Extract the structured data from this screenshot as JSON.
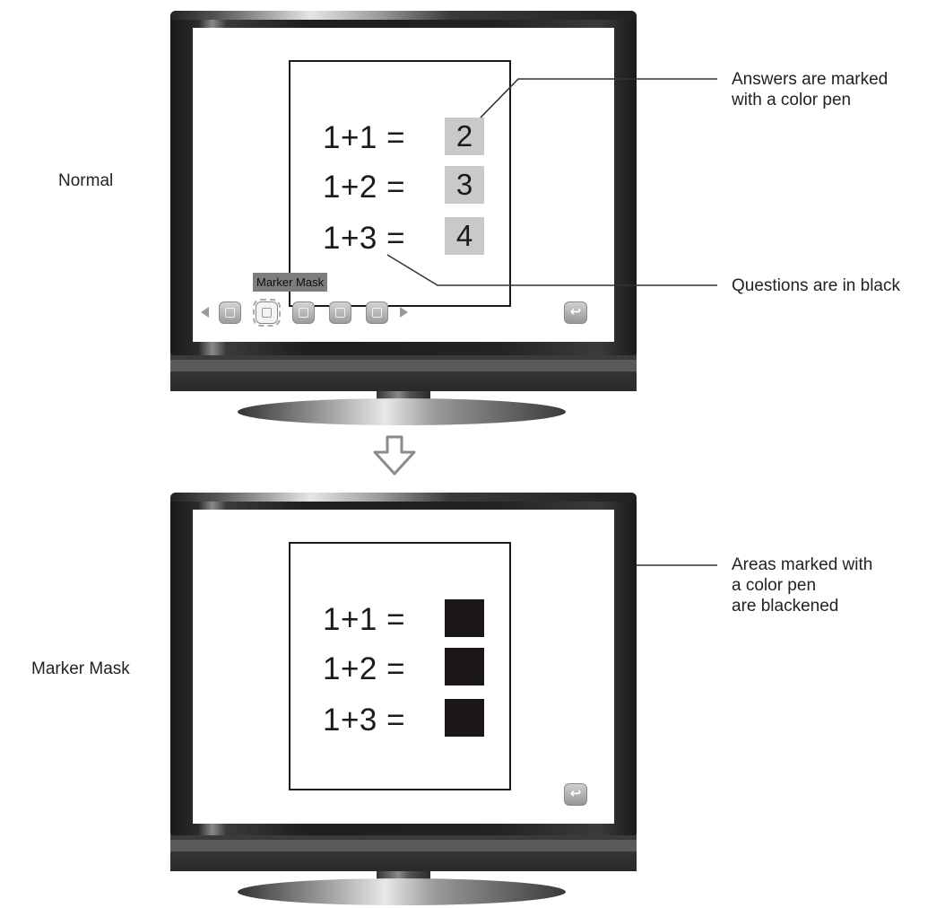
{
  "panels": [
    {
      "mode_label": "Normal",
      "equations": [
        {
          "question": "1+1 =",
          "answer": "2"
        },
        {
          "question": "1+2 =",
          "answer": "3"
        },
        {
          "question": "1+3 =",
          "answer": "4"
        }
      ],
      "answers_masked": false,
      "callouts": [
        {
          "text": "Answers are marked\nwith a color pen"
        },
        {
          "text": "Questions are in black"
        }
      ],
      "toolbar": {
        "tooltip": "Marker Mask",
        "buttons": [
          "mask-icon",
          "marker-mask-icon",
          "overlay-icon",
          "crop-icon",
          "split-icon"
        ],
        "selected_index": 1
      },
      "return_icon": "return-arrow-icon"
    },
    {
      "mode_label": "Marker Mask",
      "equations": [
        {
          "question": "1+1 =",
          "answer": ""
        },
        {
          "question": "1+2 =",
          "answer": ""
        },
        {
          "question": "1+3 =",
          "answer": ""
        }
      ],
      "answers_masked": true,
      "callouts": [
        {
          "text": "Areas marked with\na color pen\nare blackened"
        }
      ],
      "return_icon": "return-arrow-icon"
    }
  ],
  "transition_icon": "down-arrow-icon",
  "colors": {
    "answer_highlight": "#c9c9c9",
    "mask_fill": "#1b1617",
    "tooltip_bg": "#7d7d7d"
  }
}
